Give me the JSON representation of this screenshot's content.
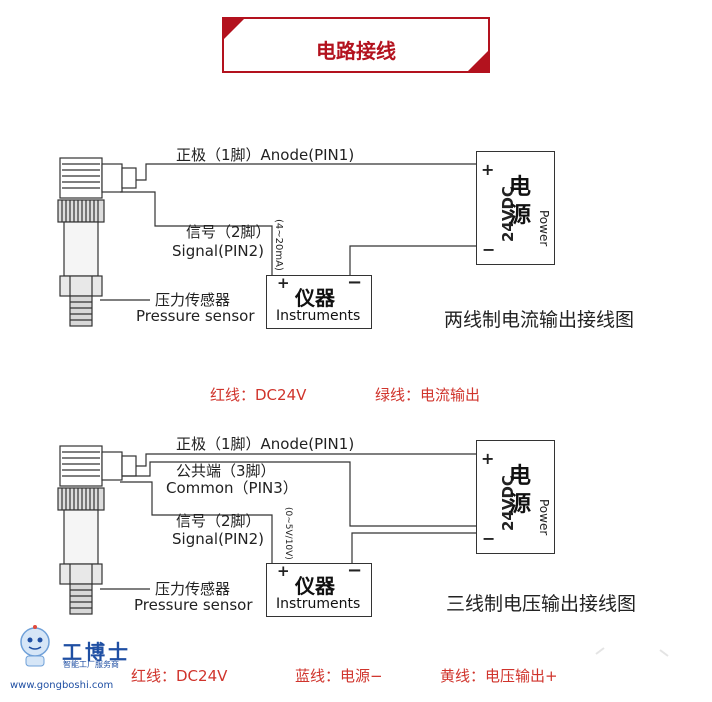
{
  "header": {
    "title": "电路接线"
  },
  "diagram_top": {
    "anode_label": "正极（1脚）Anode(PIN1)",
    "signal_label_cn": "信号（2脚）",
    "signal_label_en": "Signal(PIN2)",
    "current_range": "(4~20mA)",
    "sensor_label_cn": "压力传感器",
    "sensor_label_en": "Pressure sensor",
    "instrument_cn": "仪器",
    "instrument_en": "Instruments",
    "power_cn_1": "电",
    "power_cn_2": "源",
    "power_en": "Power",
    "voltage": "24VDC",
    "plus": "+",
    "minus": "−",
    "caption": "两线制电流输出接线图"
  },
  "legend_top": {
    "red_wire": "红线：DC24V",
    "green_wire": "绿线：电流输出",
    "red_color": "#d0342c",
    "green_color": "#d0342c"
  },
  "diagram_bottom": {
    "anode_label": "正极（1脚）Anode(PIN1)",
    "common_label_cn": "公共端（3脚）",
    "common_label_en": "Common（PIN3）",
    "signal_label_cn": "信号（2脚）",
    "signal_label_en": "Signal(PIN2)",
    "voltage_range": "(0~5V/10V)",
    "sensor_label_cn": "压力传感器",
    "sensor_label_en": "Pressure sensor",
    "instrument_cn": "仪器",
    "instrument_en": "Instruments",
    "power_cn_1": "电",
    "power_cn_2": "源",
    "power_en": "Power",
    "voltage": "24VDC",
    "plus": "+",
    "minus": "−",
    "caption": "三线制电压输出接线图"
  },
  "legend_bottom": {
    "red_wire": "红线：DC24V",
    "blue_wire": "蓝线：电源−",
    "yellow_wire": "黄线：电压输出+"
  },
  "watermark": {
    "brand": "工博士",
    "slogan": "智能工厂服务商",
    "url": "www.gongboshi.com"
  },
  "colors": {
    "accent": "#b3121e",
    "wire": "#333333",
    "logo": "#1f4fa3"
  }
}
